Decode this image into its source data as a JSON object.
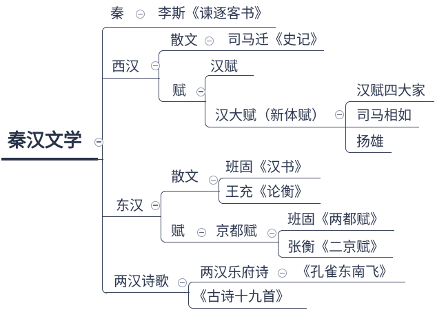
{
  "colors": {
    "text": "#2d3750",
    "root_text": "#283349",
    "line": "#39425c",
    "collapse_icon_ring": "#929bae",
    "collapse_icon_dash": "#646e88",
    "background": "#ffffff"
  },
  "tree": {
    "root": {
      "label": "秦汉文学"
    },
    "branches": [
      {
        "label": "秦",
        "children": [
          {
            "label": "李斯《谏逐客书》"
          }
        ]
      },
      {
        "label": "西汉",
        "children": [
          {
            "label": "散文",
            "children": [
              {
                "label": "司马迁《史记》"
              }
            ]
          },
          {
            "label": "赋",
            "children": [
              {
                "label": "汉赋"
              },
              {
                "label": "汉大赋（新体赋）",
                "children": [
                  {
                    "label": "汉赋四大家"
                  },
                  {
                    "label": "司马相如"
                  },
                  {
                    "label": "扬雄"
                  }
                ]
              }
            ]
          }
        ]
      },
      {
        "label": "东汉",
        "children": [
          {
            "label": "散文",
            "children": [
              {
                "label": "班固《汉书》"
              },
              {
                "label": "王充《论衡》"
              }
            ]
          },
          {
            "label": "赋",
            "children": [
              {
                "label": "京都赋",
                "children": [
                  {
                    "label": "班固《两都赋》"
                  },
                  {
                    "label": "张衡《二京赋》"
                  }
                ]
              }
            ]
          }
        ]
      },
      {
        "label": "两汉诗歌",
        "children": [
          {
            "label": "两汉乐府诗",
            "children": [
              {
                "label": "《孔雀东南飞》"
              }
            ]
          },
          {
            "label": "《古诗十九首》"
          }
        ]
      }
    ]
  }
}
